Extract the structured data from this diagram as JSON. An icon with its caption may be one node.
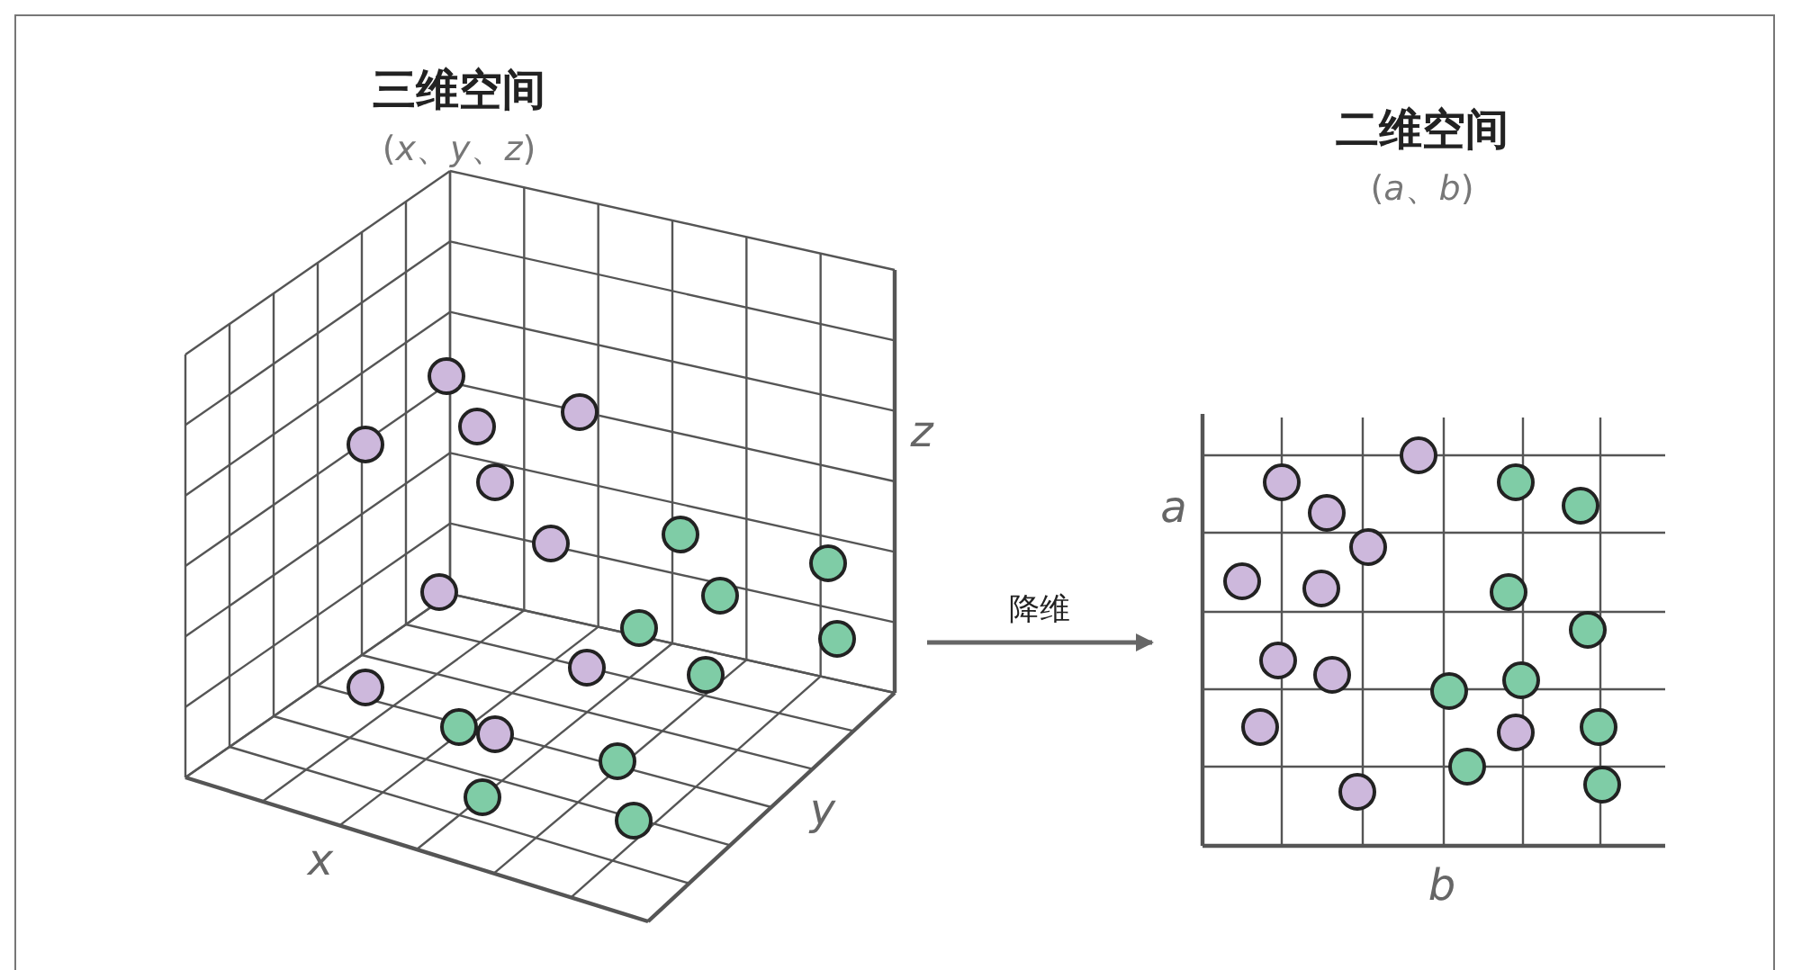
{
  "diagram": {
    "nodes": [
      {
        "text": [
          "三维空间",
          "(*x*、*y*、*z*)"
        ]
      },
      {
        "text": [
          "二维空间",
          "(*a*、*b*)"
        ]
      }
    ],
    "edges": [
      {
        "from": 0,
        "to": 1,
        "arrow": "to",
        "label": "降维"
      }
    ],
    "labels": [
      "z",
      "x",
      "y",
      "a",
      "b"
    ]
  }
}
